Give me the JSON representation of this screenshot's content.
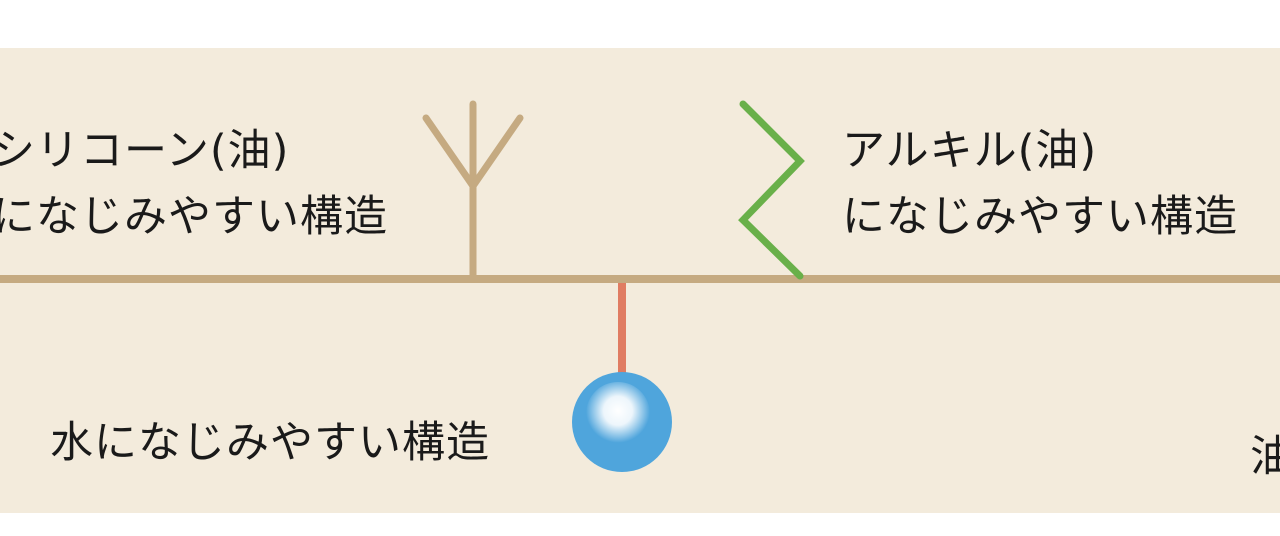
{
  "labels": {
    "silicone": {
      "line1": "シリコーン(油)",
      "line2": "になじみやすい構造"
    },
    "alkyl": {
      "line1": "アルキル(油)",
      "line2": "になじみやすい構造"
    },
    "water": "水になじみやすい構造",
    "oil_partial": "油"
  },
  "colors": {
    "panel_background": "#f3ebdc",
    "backbone": "#c5aa81",
    "silicone_branch": "#c5aa81",
    "alkyl_chain": "#69b04a",
    "hydrophilic_stem": "#e07c62",
    "hydrophilic_head": "#4fa5dc",
    "head_highlight": "#ffffff"
  },
  "icons": {
    "silicone_branch": "y-branch-icon",
    "alkyl_chain": "zigzag-chain-icon",
    "hydrophilic_head": "ball-head-icon"
  }
}
